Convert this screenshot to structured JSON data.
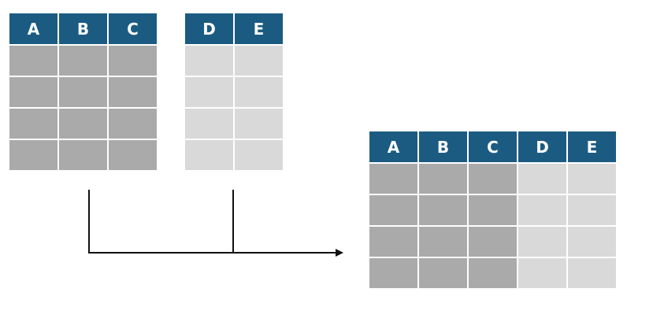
{
  "left_table": {
    "headers": [
      "A",
      "B",
      "C"
    ],
    "rows": 4
  },
  "right_table": {
    "headers": [
      "D",
      "E"
    ],
    "rows": 4
  },
  "merged_table": {
    "headers": [
      "A",
      "B",
      "C",
      "D",
      "E"
    ],
    "rows": 4
  },
  "colors": {
    "header": "#1b5b82",
    "header_text": "#ffffff",
    "dark_cell": "#aaaaaa",
    "light_cell": "#d9d9d9",
    "line": "#111111"
  },
  "connector": {
    "icon": "arrow-right-icon"
  }
}
